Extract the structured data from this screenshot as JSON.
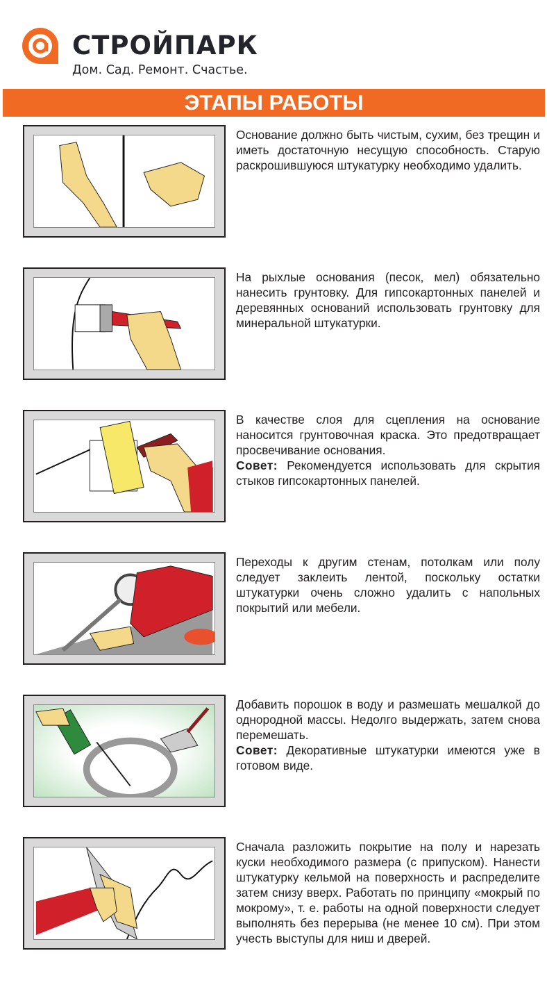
{
  "header": {
    "brand": "СТРОЙПАРК",
    "slogan": "Дом. Сад. Ремонт. Счастье.",
    "brand_color": "#f06a23"
  },
  "banner": {
    "title": "ЭТАПЫ РАБОТЫ"
  },
  "steps": [
    {
      "text": "Основание должно быть чистым, сухим, без трещин и иметь достаточную несущую способность. Старую раскрошившуюся штукатурку необходимо удалить."
    },
    {
      "text": "На рыхлые основания (песок, мел) обязательно нанесить грунтовку. Для гипсокартонных панелей и деревянных оснований использовать грунтовку для минеральной штукатурки."
    },
    {
      "text": "В качестве слоя для сцепления на основание наносится грунтовочная краска. Это предотвращает просвечивание основания.",
      "tip_label": "Совет:",
      "tip": "Рекомендуется использовать для скрытия стыков гипсокартонных панелей."
    },
    {
      "text": "Переходы к другим стенам, потолкам или полу следует заклеить лентой, поскольку остатки штукатурки очень сложно удалить с напольных покрытий или мебели."
    },
    {
      "text": "Добавить порошок в воду и размешать мешалкой до однородной массы. Недолго выдержать, затем снова перемешать.",
      "tip_label": "Совет:",
      "tip": "Декоративные штукатурки имеются уже в готовом виде."
    },
    {
      "text": "Сначала разложить покрытие на полу и нарезать куски необходимого размера (с припуском). Нанести штукатурку кельмой на поверхность и распределите затем снизу вверх. Работать по принципу «мокрый по мокрому», т. е. работы на одной поверхности следует выполнять без перерыва (не менее 10 см). При этом учесть выступы для ниш и дверей."
    }
  ]
}
